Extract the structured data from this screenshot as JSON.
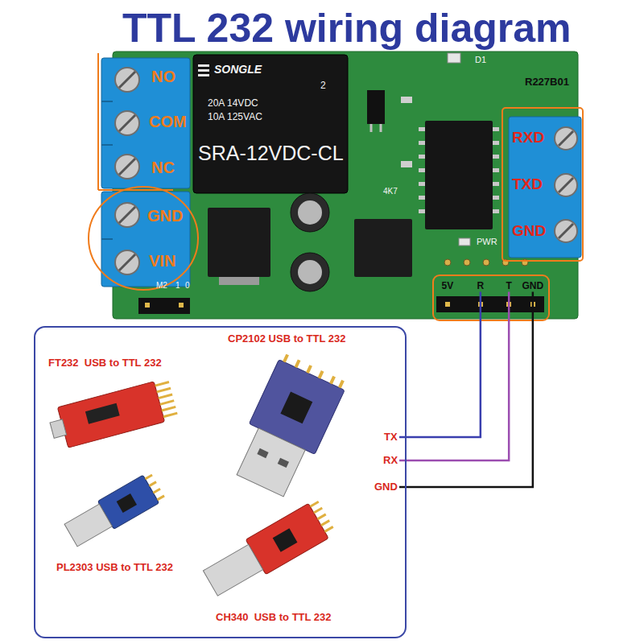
{
  "diagram": {
    "title": "TTL 232 wiring diagram",
    "nodes": [
      {
        "text": [
          "5V"
        ]
      },
      {
        "text": [
          "R"
        ]
      },
      {
        "text": [
          "T"
        ]
      },
      {
        "text": [
          "GND"
        ]
      },
      {
        "text": [
          "CP2102 USB to TTL 232",
          "FT232  USB to TTL 232",
          "PL2303 USB to TTL 232",
          "CH340  USB to TTL 232"
        ]
      },
      {
        "text": [
          "TX"
        ],
        "in": 4
      },
      {
        "text": [
          "RX"
        ],
        "in": 4
      },
      {
        "text": [
          "GND"
        ],
        "in": 4
      }
    ],
    "edges": [
      {
        "from": 1,
        "to": 5,
        "arrow": "none"
      },
      {
        "from": 2,
        "to": 6,
        "arrow": "none"
      },
      {
        "from": 3,
        "to": 7,
        "arrow": "none"
      }
    ],
    "labels": [
      "NO",
      "COM",
      "NC",
      "GND",
      "VIN",
      "SONGLE",
      "2",
      "20A 14VDC",
      "10A 125VAC",
      "SRA-12VDC-CL",
      "R227B01",
      "D1",
      "4K7",
      "RXD",
      "TXD",
      "GND",
      "PWR",
      "M2",
      "1",
      "0"
    ]
  }
}
